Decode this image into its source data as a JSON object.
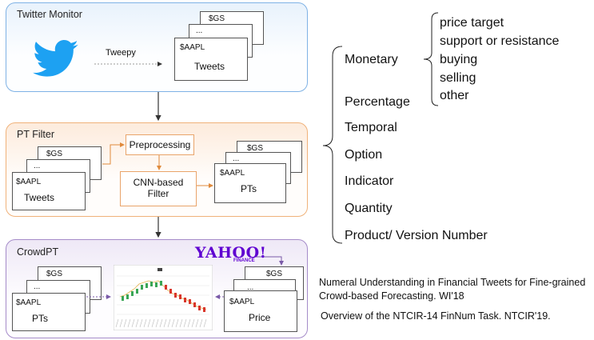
{
  "panels": {
    "twitter_monitor": {
      "title": "Twitter Monitor",
      "arrow_label": "Tweepy",
      "doc_back": "$GS",
      "doc_mid": "...",
      "doc_front_ticker": "$AAPL",
      "doc_front_label": "Tweets"
    },
    "pt_filter": {
      "title": "PT Filter",
      "doc_back": "$GS",
      "doc_mid": "...",
      "doc_front_ticker": "$AAPL",
      "doc_front_label": "Tweets",
      "preprocessing": "Preprocessing",
      "cnn_filter": "CNN-based Filter",
      "out_back": "$GS",
      "out_mid": "...",
      "out_front_ticker": "$AAPL",
      "out_front_label": "PTs"
    },
    "crowdpt": {
      "title": "CrowdPT",
      "doc_back": "$GS",
      "doc_mid": "...",
      "doc_front_ticker": "$AAPL",
      "doc_front_label": "PTs",
      "logo_text": "YAHOO!",
      "logo_sub": "FINANCE",
      "right_back": "$GS",
      "right_mid": "...",
      "right_front_ticker": "$AAPL",
      "right_front_label": "Price"
    }
  },
  "categories": {
    "items": [
      "Monetary",
      "Percentage",
      "Temporal",
      "Option",
      "Indicator",
      "Quantity",
      "Product/ Version Number"
    ],
    "monetary_sub": [
      "price target",
      "support or resistance",
      "buying",
      "selling",
      "other"
    ]
  },
  "references": [
    "Numeral Understanding in Financial Tweets for Fine-grained Crowd-based Forecasting. WI'18",
    "Overview of the NTCIR-14 FinNum Task. NTCIR'19."
  ],
  "colors": {
    "twitter": "#1da1f2",
    "yahoo": "#5f01d1",
    "panel1_border": "#7fb2e5",
    "panel2_border": "#f0b27a",
    "panel3_border": "#a58bc9"
  }
}
